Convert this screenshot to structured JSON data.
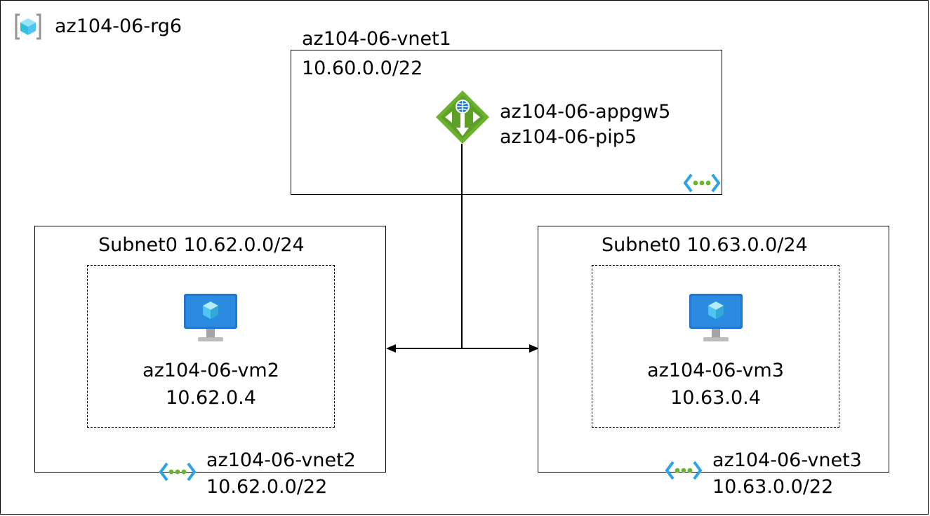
{
  "resource_group": {
    "name": "az104-06-rg6",
    "icon": "resource-group-icon"
  },
  "vnet1": {
    "name": "az104-06-vnet1",
    "cidr": "10.60.0.0/22",
    "icon": "vnet-icon",
    "app_gateway": {
      "name": "az104-06-appgw5",
      "public_ip": "az104-06-pip5",
      "icon": "application-gateway-icon"
    }
  },
  "vnet2": {
    "name": "az104-06-vnet2",
    "cidr": "10.62.0.0/22",
    "icon": "vnet-icon",
    "subnet": {
      "label": "Subnet0 10.62.0.0/24"
    },
    "vm": {
      "name": "az104-06-vm2",
      "ip": "10.62.0.4",
      "icon": "virtual-machine-icon"
    }
  },
  "vnet3": {
    "name": "az104-06-vnet3",
    "cidr": "10.63.0.0/22",
    "icon": "vnet-icon",
    "subnet": {
      "label": "Subnet0 10.63.0.0/24"
    },
    "vm": {
      "name": "az104-06-vm3",
      "ip": "10.63.0.4",
      "icon": "virtual-machine-icon"
    }
  },
  "colors": {
    "vm_blue": "#1f78d1",
    "vm_light": "#50c4f0",
    "appgw_green": "#6ab42d",
    "vnet_blue": "#2aa3e8",
    "vnet_green": "#6ab42d",
    "rg_gray": "#959595"
  }
}
